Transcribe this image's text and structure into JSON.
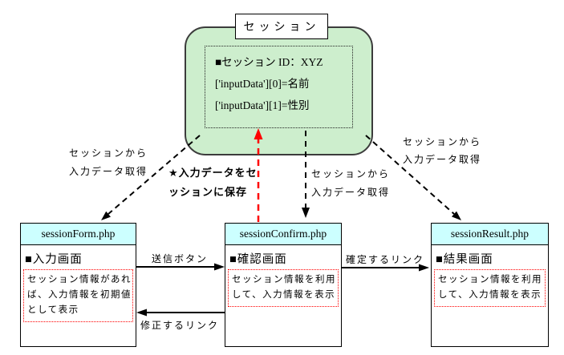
{
  "diagram": {
    "session": {
      "title": "セッション",
      "lines": [
        "■セッション ID：XYZ",
        "['inputData'][0]=名前",
        "['inputData'][1]=性別"
      ]
    },
    "pages": [
      {
        "file": "sessionForm.php",
        "heading": "■入力画面",
        "note_lines": [
          "セッション情報があれ",
          "ば、入力情報を初期値",
          "として表示"
        ]
      },
      {
        "file": "sessionConfirm.php",
        "heading": "■確認画面",
        "note_lines": [
          "セッション情報を利用",
          "して、入力情報を表示"
        ]
      },
      {
        "file": "sessionResult.php",
        "heading": "■結果画面",
        "note_lines": [
          "セッション情報を利用",
          "して、入力情報を表示"
        ]
      }
    ],
    "flow_labels": {
      "submit": "送信ボタン",
      "revise": "修正するリンク",
      "commit": "確定するリンク",
      "save_to_session": [
        "★入力データをセ",
        "ッションに保存"
      ],
      "get_session_form": [
        "セッションから",
        "入力データ取得"
      ],
      "get_session_confirm": [
        "セッションから",
        "入力データ取得"
      ],
      "get_session_result": [
        "セッションから",
        "入力データ取得"
      ]
    },
    "colors": {
      "session_fill": "#cdeecd",
      "header_fill": "#ccffff",
      "note_border": "#ff0000",
      "save_arrow": "#ff0000",
      "line": "#000000"
    }
  }
}
